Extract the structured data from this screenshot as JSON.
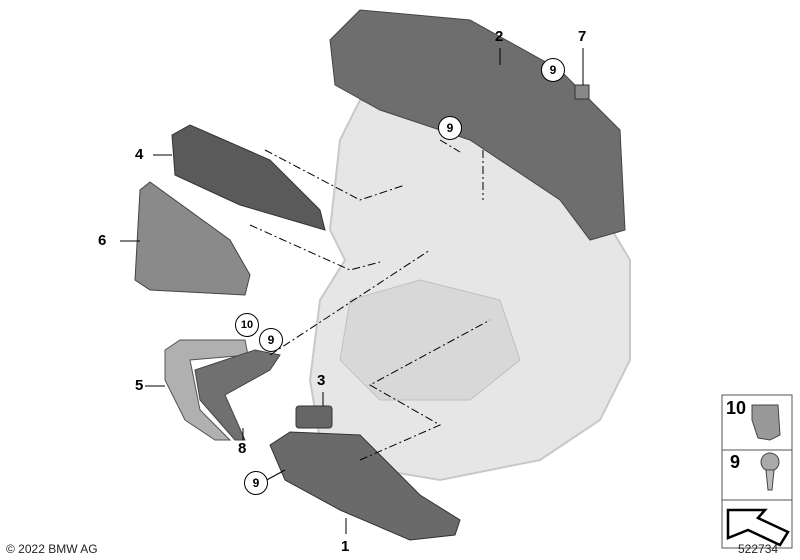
{
  "callouts": {
    "p1": "1",
    "p2": "2",
    "p3": "3",
    "p4": "4",
    "p5": "5",
    "p6": "6",
    "p7": "7",
    "p8": "8",
    "c9a": "9",
    "c9b": "9",
    "c9c": "9",
    "c9d": "9",
    "c10": "10"
  },
  "legend": {
    "item1": "10",
    "item2": "9"
  },
  "footer": {
    "copyright": "© 2022 BMW AG",
    "diagram_number": "522734"
  }
}
